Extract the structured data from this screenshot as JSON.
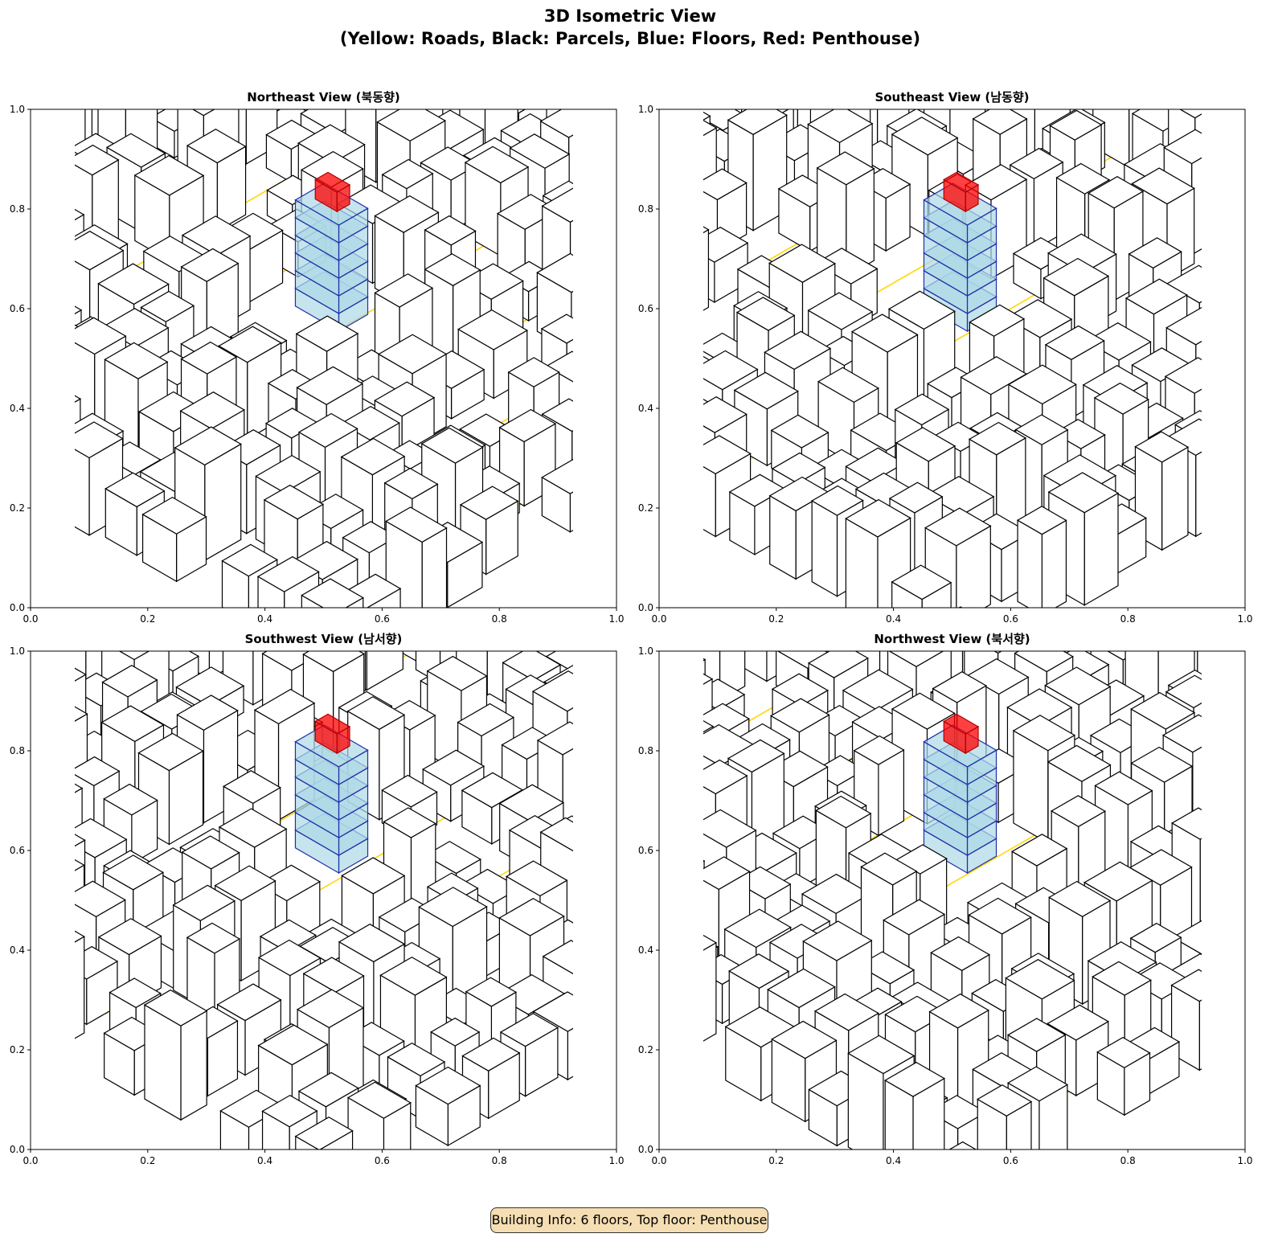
{
  "title_line1": "3D Isometric View",
  "title_line2": "(Yellow: Roads, Black: Parcels, Blue: Floors, Red: Penthouse)",
  "info_box": "Building Info: 6 floors, Top floor: Penthouse",
  "colors": {
    "roads": "#ffd700",
    "parcels": "#000000",
    "floors": "#add8e6",
    "floor_edge": "#1f2fa8",
    "penthouse": "#ff0000"
  },
  "chart_data": {
    "type": "3d-isometric",
    "panels": [
      {
        "title": "Northeast View (북동향)",
        "azimuth": "NE",
        "seed": 11
      },
      {
        "title": "Southeast View (남동향)",
        "azimuth": "SE",
        "seed": 23
      },
      {
        "title": "Southwest View (남서향)",
        "azimuth": "SW",
        "seed": 37
      },
      {
        "title": "Northwest View (북서향)",
        "azimuth": "NW",
        "seed": 51
      }
    ],
    "xlim": [
      0,
      1
    ],
    "ylim": [
      0,
      1
    ],
    "xticks": [
      "0.0",
      "0.2",
      "0.4",
      "0.6",
      "0.8",
      "1.0"
    ],
    "yticks": [
      "0.0",
      "0.2",
      "0.4",
      "0.6",
      "0.8",
      "1.0"
    ],
    "building": {
      "floors": 6,
      "top_floor": "Penthouse"
    }
  }
}
